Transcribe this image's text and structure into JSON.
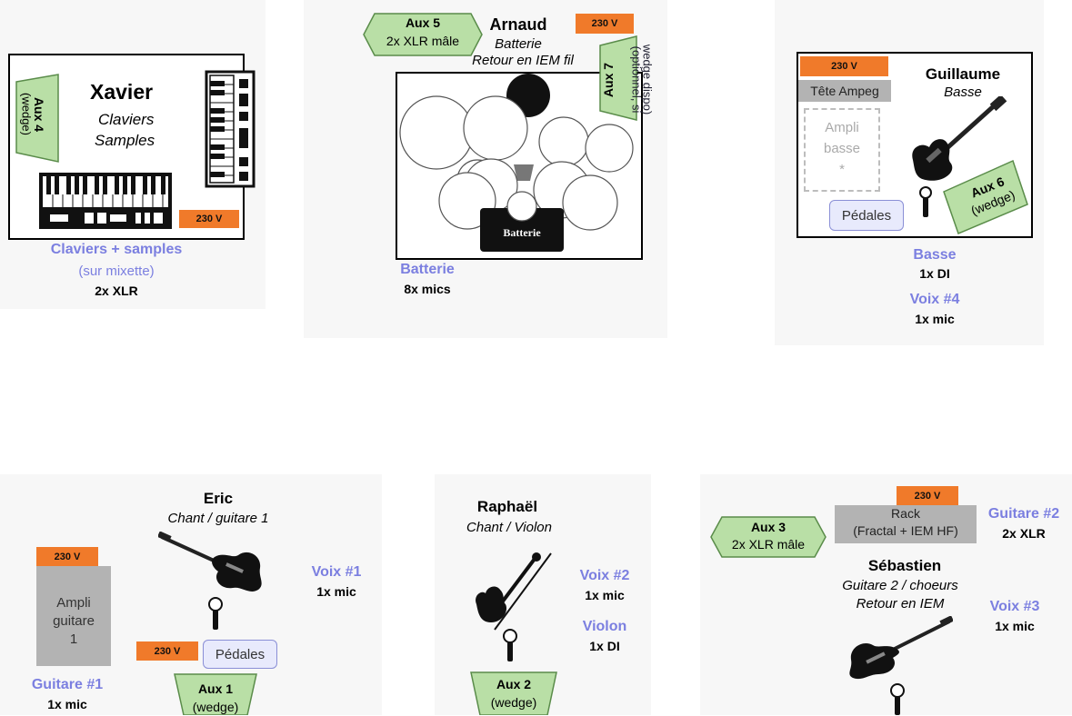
{
  "voltage": "230 V",
  "xavier": {
    "name": "Xavier",
    "role1": "Claviers",
    "role2": "Samples",
    "aux_label": "Aux 4",
    "aux_sub": "(wedge)",
    "input_title": "Claviers + samples",
    "input_sub": "(sur mixette)",
    "input_count": "2x XLR"
  },
  "arnaud": {
    "name": "Arnaud",
    "role": "Batterie",
    "monitor": "Retour en IEM fil",
    "aux5_label": "Aux 5",
    "aux5_sub": "2x XLR mâle",
    "aux7_label": "Aux 7",
    "aux7_sub1": "(optionnel, si",
    "aux7_sub2": "wedge dispo)",
    "kit_label": "Batterie",
    "input_title": "Batterie",
    "input_count": "8x mics"
  },
  "guillaume": {
    "name": "Guillaume",
    "role": "Basse",
    "head": "Tête Ampeg",
    "amp1": "Ampli",
    "amp2": "basse",
    "amp3": "*",
    "pedals": "Pédales",
    "aux_label": "Aux 6",
    "aux_sub": "(wedge)",
    "input_title": "Basse",
    "input_count": "1x DI",
    "voice_title": "Voix #4",
    "voice_count": "1x mic"
  },
  "eric": {
    "name": "Eric",
    "role": "Chant / guitare 1",
    "amp1": "Ampli",
    "amp2": "guitare",
    "amp3": "1",
    "pedals": "Pédales",
    "aux_label": "Aux 1",
    "aux_sub": "(wedge)",
    "voice_title": "Voix #1",
    "voice_count": "1x mic",
    "guitar_title": "Guitare #1",
    "guitar_count": "1x mic"
  },
  "raphael": {
    "name": "Raphaël",
    "role": "Chant / Violon",
    "aux_label": "Aux 2",
    "aux_sub": "(wedge)",
    "voice_title": "Voix #2",
    "voice_count": "1x mic",
    "violin_title": "Violon",
    "violin_count": "1x DI"
  },
  "sebastien": {
    "name": "Sébastien",
    "role": "Guitare 2 / choeurs",
    "monitor": "Retour en IEM",
    "rack1": "Rack",
    "rack2": "(Fractal + IEM HF)",
    "aux_label": "Aux 3",
    "aux_sub": "2x XLR mâle",
    "guitar_title": "Guitare #2",
    "guitar_count": "2x XLR",
    "voice_title": "Voix #3",
    "voice_count": "1x mic"
  }
}
